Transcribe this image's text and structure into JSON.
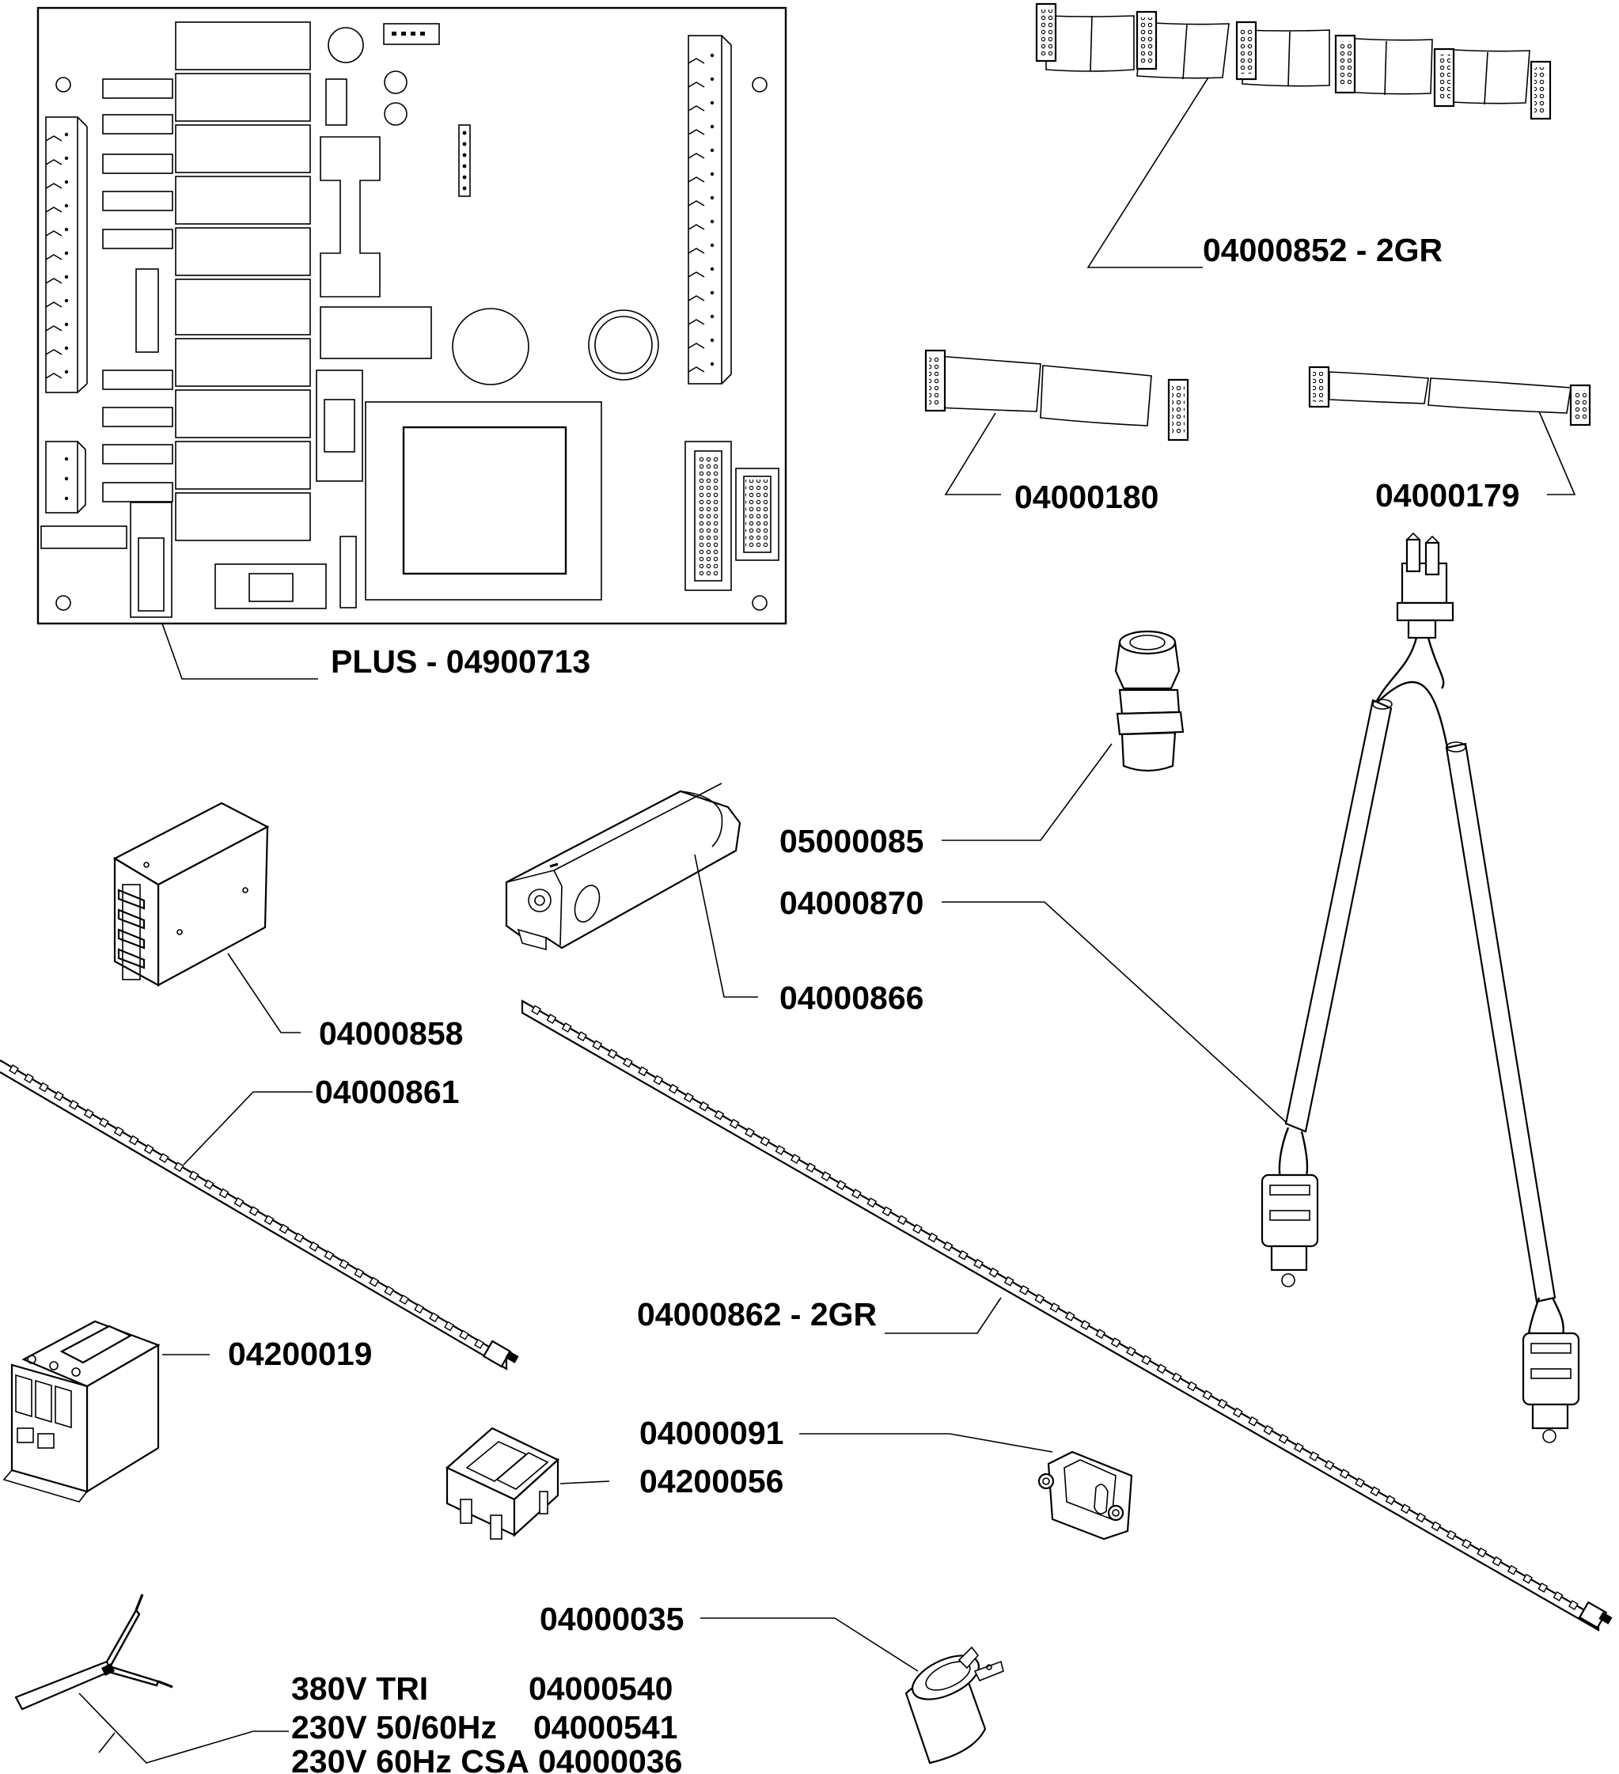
{
  "diagram": {
    "labels": {
      "board": "PLUS - 04900713",
      "cable_2gr": "04000852 - 2GR",
      "cable_180": "04000180",
      "cable_179": "04000179",
      "gland": "05000085",
      "sensor_cable": "04000870",
      "transformer": "04000866",
      "relay_block": "04000858",
      "led_strip_short": "04000861",
      "led_strip_long": "04000862 - 2GR",
      "contactor": "04200019",
      "switch_a": "04000091",
      "switch_b": "04200056",
      "capacitor": "04000035",
      "heater_380": "380V TRI",
      "heater_380_code": "04000540",
      "heater_230": "230V 50/60Hz",
      "heater_230_code": "04000541",
      "heater_csa": "230V 60Hz CSA",
      "heater_csa_code": "04000036"
    }
  }
}
